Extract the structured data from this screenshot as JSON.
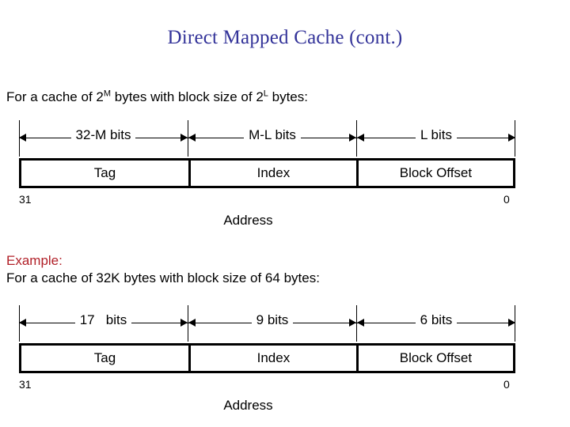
{
  "slide": {
    "title": "Direct Mapped Cache (cont.)",
    "title_color": "#333399"
  },
  "general": {
    "intro_prefix": "For a cache of 2",
    "intro_sup1": "M",
    "intro_mid": " bytes with block size of 2",
    "intro_sup2": "L",
    "intro_suffix": " bytes:",
    "measures": [
      {
        "label": "32-M bits"
      },
      {
        "label": "M-L bits"
      },
      {
        "label": "L bits"
      }
    ],
    "fields": [
      {
        "label": "Tag"
      },
      {
        "label": "Index"
      },
      {
        "label": "Block Offset"
      }
    ],
    "msb": "31",
    "lsb": "0",
    "caption": "Address"
  },
  "example": {
    "label": "Example:",
    "label_color": "#b12028",
    "text": "For a cache of 32K  bytes with block size of 64 bytes:",
    "measures": [
      {
        "label": "17   bits"
      },
      {
        "label": "9 bits"
      },
      {
        "label": "6 bits"
      }
    ],
    "fields": [
      {
        "label": "Tag"
      },
      {
        "label": "Index"
      },
      {
        "label": "Block Offset"
      }
    ],
    "msb": "31",
    "lsb": "0",
    "caption": "Address"
  }
}
